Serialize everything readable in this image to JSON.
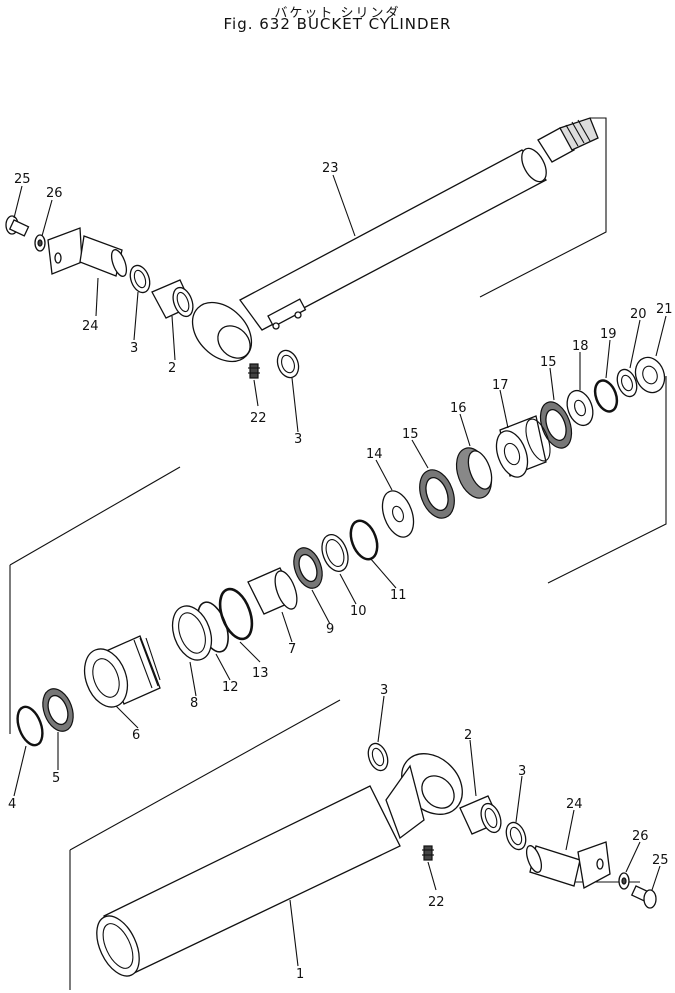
{
  "title_jp": "バケット シリンダ",
  "title_en": "Fig. 632  BUCKET  CYLINDER",
  "part_labels": [
    "25",
    "26",
    "24",
    "3",
    "2",
    "23",
    "22",
    "3",
    "21",
    "20",
    "19",
    "18",
    "15",
    "17",
    "16",
    "15",
    "14",
    "11",
    "10",
    "9",
    "7",
    "13",
    "12",
    "8",
    "6",
    "5",
    "4",
    "3",
    "2",
    "3",
    "24",
    "26",
    "25",
    "22",
    "1"
  ]
}
